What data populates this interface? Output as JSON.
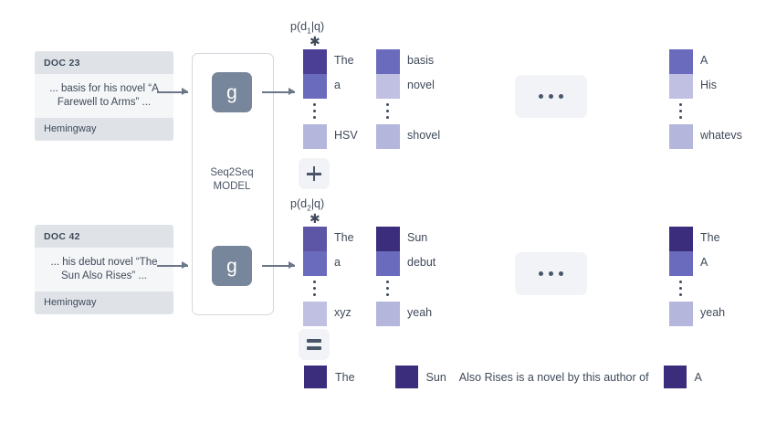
{
  "colors": {
    "purple_darkest": "#3C2C7C",
    "purple_dark": "#4a3f95",
    "purple_mid": "#5d56a6",
    "purple_light": "#6a6bbd",
    "lavender": "#b5b6dc",
    "lavender_pale": "#c0c1e2",
    "tile_bg": "#f1f3f6",
    "card_bg": "#f5f6f8",
    "card_band": "#dfe3e8",
    "g_box": "#77869a",
    "text": "#3f4a5a",
    "arrow": "#6b7688"
  },
  "documents": [
    {
      "header": "DOC 23",
      "body": "... basis for his novel “A Farewell to Arms” ...",
      "footer": "Hemingway"
    },
    {
      "header": "DOC 42",
      "body": "... his debut novel “The Sun Also Rises” ...",
      "footer": "Hemingway"
    }
  ],
  "model": {
    "title_line1": "Seq2Seq",
    "title_line2": "MODEL",
    "generator_label": "g"
  },
  "operators": {
    "plus": "+",
    "equals": "="
  },
  "ellipsis": "•••",
  "distributions": [
    {
      "label_p": "p(d",
      "label_sub": "1",
      "label_tail": "|q)",
      "star": "✱",
      "columns": [
        {
          "rows": [
            {
              "token": "The",
              "color": "#4a3f95"
            },
            {
              "token": "a",
              "color": "#6a6bbd"
            }
          ],
          "tail": {
            "token": "HSV",
            "color": "#b5b6dc"
          }
        },
        {
          "rows": [
            {
              "token": "basis",
              "color": "#6a6bbd"
            },
            {
              "token": "novel",
              "color": "#c0c1e2"
            }
          ],
          "tail": {
            "token": "shovel",
            "color": "#b5b6dc"
          }
        },
        {
          "rows": [
            {
              "token": "A",
              "color": "#6a6bbd"
            },
            {
              "token": "His",
              "color": "#c0c1e2"
            }
          ],
          "tail": {
            "token": "whatevs",
            "color": "#b5b6dc"
          }
        }
      ]
    },
    {
      "label_p": "p(d",
      "label_sub": "2",
      "label_tail": "|q)",
      "star": "✱",
      "columns": [
        {
          "rows": [
            {
              "token": "The",
              "color": "#5d56a6"
            },
            {
              "token": "a",
              "color": "#6a6bbd"
            }
          ],
          "tail": {
            "token": "xyz",
            "color": "#c0c1e2"
          }
        },
        {
          "rows": [
            {
              "token": "Sun",
              "color": "#3C2C7C"
            },
            {
              "token": "debut",
              "color": "#6a6bbd"
            }
          ],
          "tail": {
            "token": "yeah",
            "color": "#b5b6dc"
          }
        },
        {
          "rows": [
            {
              "token": "The",
              "color": "#3C2C7C"
            },
            {
              "token": "A",
              "color": "#6a6bbd"
            }
          ],
          "tail": {
            "token": "yeah",
            "color": "#b5b6dc"
          }
        }
      ]
    }
  ],
  "output": {
    "token1": "The",
    "token2": "Sun",
    "middle_text": "Also Rises is a novel by this author of",
    "token3": "A",
    "swatch_color": "#3C2C7C"
  }
}
